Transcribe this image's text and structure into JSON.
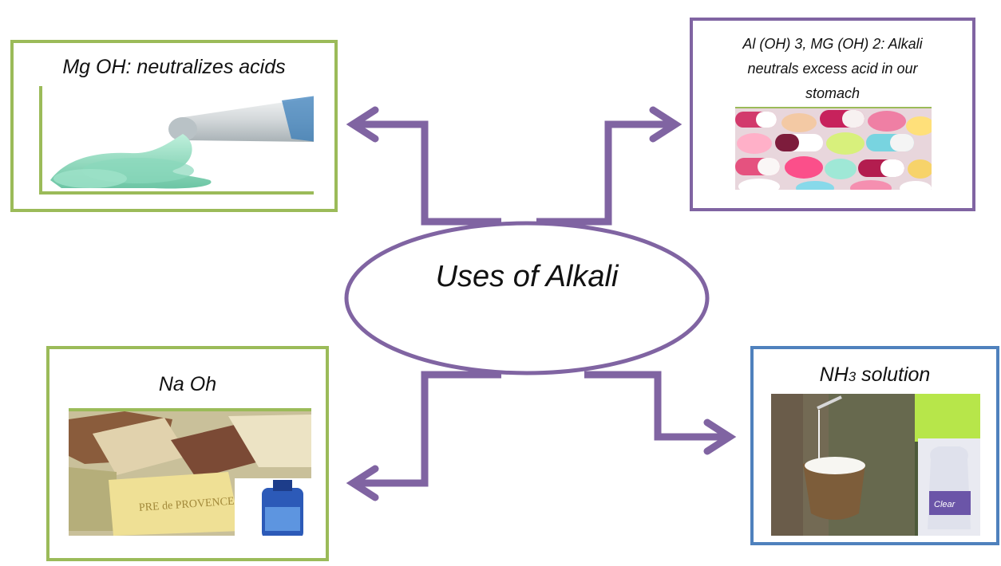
{
  "center": {
    "label": "Uses of Alkali"
  },
  "boxes": {
    "top_left": {
      "title": "Mg OH: neutralizes acids",
      "image": "toothpaste-photo"
    },
    "top_right": {
      "title_lines": [
        "Al (OH) 3, MG (OH) 2: Alkali",
        "neutrals excess acid in our",
        "stomach"
      ],
      "image": "pills-photo"
    },
    "bottom_left": {
      "title": "Na Oh",
      "image": "soap-bars-photo"
    },
    "bottom_right": {
      "title_main": "NH",
      "title_sub": "3",
      "title_rest": " solution",
      "image": "rubber-latex-photo"
    }
  },
  "colors": {
    "arrow": "#8064a2",
    "green_border": "#9bbb59",
    "purple_border": "#8064a2",
    "blue_border": "#4f81bd"
  }
}
